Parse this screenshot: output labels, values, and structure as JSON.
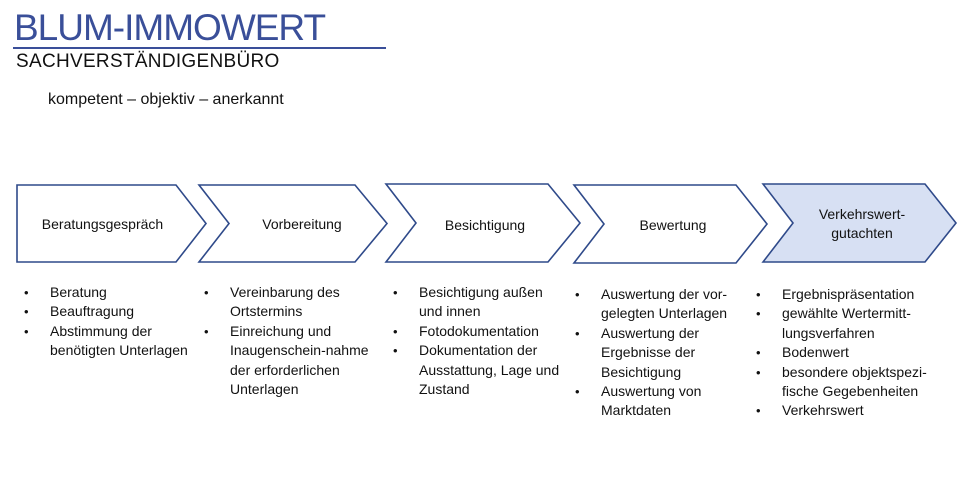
{
  "header": {
    "logo_title": "BLUM-IMMOWERT",
    "logo_subtitle": "SACHVERSTÄNDIGENBÜRO",
    "tagline": "kompetent – objektiv – anerkannt"
  },
  "colors": {
    "brand": "#3a4f99",
    "arrow_stroke": "#2f4a8a",
    "highlight_fill": "#d7e0f3"
  },
  "steps": [
    {
      "label": "Beratungsgespräch",
      "highlighted": false,
      "items": [
        "Beratung",
        "Beauftragung",
        "Abstimmung der benötigten Unterlagen"
      ]
    },
    {
      "label": "Vorbereitung",
      "highlighted": false,
      "items": [
        "Vereinbarung des Ortstermins",
        "Einreichung und Inaugenschein-nahme der erforderlichen Unterlagen"
      ]
    },
    {
      "label": "Besichtigung",
      "highlighted": false,
      "items": [
        "Besichtigung außen und innen",
        "Fotodokumentation",
        "Dokumentation der Ausstattung, Lage und Zustand"
      ]
    },
    {
      "label": "Bewertung",
      "highlighted": false,
      "items": [
        "Auswertung der vor-gelegten Unterlagen",
        "Auswertung der Ergebnisse der Besichtigung",
        "Auswertung von Marktdaten"
      ]
    },
    {
      "label": "Verkehrswert-gutachten",
      "highlighted": true,
      "items": [
        "Ergebnispräsentation",
        "gewählte Wertermitt-lungsverfahren",
        "Bodenwert",
        "besondere objektspezi-fische Gegebenheiten",
        "Verkehrswert"
      ]
    }
  ]
}
